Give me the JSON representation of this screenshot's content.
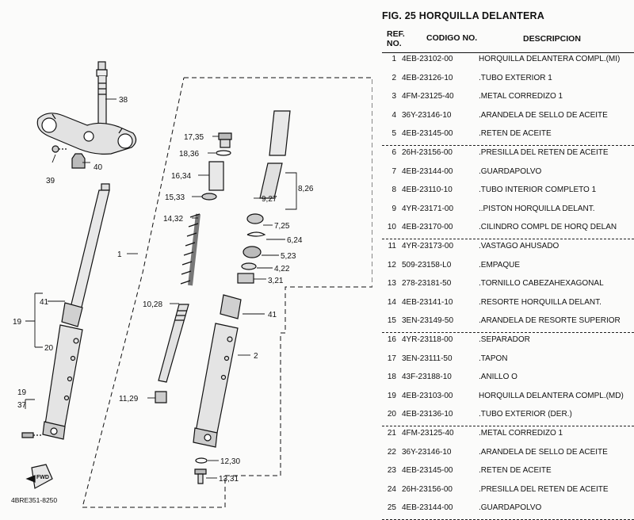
{
  "figure": {
    "title": "FIG.  25   HORQUILLA DELANTERA",
    "ref_code": "4BRE351-8250",
    "fwd": "FWD"
  },
  "headers": {
    "ref": "REF.",
    "no": "NO.",
    "code": "CODIGO NO.",
    "desc": "DESCRIPCION"
  },
  "parts": [
    {
      "ref": "1",
      "code": "4EB-23102-00",
      "desc": "HORQUILLA DELANTERA COMPL.(MI)"
    },
    {
      "ref": "2",
      "code": "4EB-23126-10",
      "desc": ".TUBO  EXTERIOR 1"
    },
    {
      "ref": "3",
      "code": "4FM-23125-40",
      "desc": ".METAL  CORREDIZO 1"
    },
    {
      "ref": "4",
      "code": "36Y-23146-10",
      "desc": ".ARANDELA  DE SELLO DE ACEITE"
    },
    {
      "ref": "5",
      "code": "4EB-23145-00",
      "desc": ".RETEN DE ACEITE"
    },
    {
      "ref": "6",
      "code": "26H-23156-00",
      "desc": ".PRESILLA DEL RETEN DE ACEITE"
    },
    {
      "ref": "7",
      "code": "4EB-23144-00",
      "desc": ".GUARDAPOLVO"
    },
    {
      "ref": "8",
      "code": "4EB-23110-10",
      "desc": ".TUBO INTERIOR COMPLETO 1"
    },
    {
      "ref": "9",
      "code": "4YR-23171-00",
      "desc": "..PISTON  HORQUILLA DELANT."
    },
    {
      "ref": "10",
      "code": "4EB-23170-00",
      "desc": ".CILINDRO COMPL  DE HORQ DELAN"
    },
    {
      "ref": "11",
      "code": "4YR-23173-00",
      "desc": ".VASTAGO  AHUSADO"
    },
    {
      "ref": "12",
      "code": "509-23158-L0",
      "desc": ".EMPAQUE"
    },
    {
      "ref": "13",
      "code": "278-23181-50",
      "desc": ".TORNILLO CABEZAHEXAGONAL"
    },
    {
      "ref": "14",
      "code": "4EB-23141-10",
      "desc": ".RESORTE  HORQUILLA DELANT."
    },
    {
      "ref": "15",
      "code": "3EN-23149-50",
      "desc": ".ARANDELA  DE RESORTE SUPERIOR"
    },
    {
      "ref": "16",
      "code": "4YR-23118-00",
      "desc": ".SEPARADOR"
    },
    {
      "ref": "17",
      "code": "3EN-23111-50",
      "desc": ".TAPON"
    },
    {
      "ref": "18",
      "code": "43F-23188-10",
      "desc": ".ANILLO O"
    },
    {
      "ref": "19",
      "code": "4EB-23103-00",
      "desc": "HORQUILLA DELANTERA COMPL.(MD)"
    },
    {
      "ref": "20",
      "code": "4EB-23136-10",
      "desc": ".TUBO  EXTERIOR (DER.)"
    },
    {
      "ref": "21",
      "code": "4FM-23125-40",
      "desc": ".METAL  CORREDIZO 1"
    },
    {
      "ref": "22",
      "code": "36Y-23146-10",
      "desc": ".ARANDELA  DE SELLO DE ACEITE"
    },
    {
      "ref": "23",
      "code": "4EB-23145-00",
      "desc": ".RETEN DE ACEITE"
    },
    {
      "ref": "24",
      "code": "26H-23156-00",
      "desc": ".PRESILLA DEL RETEN DE ACEITE"
    },
    {
      "ref": "25",
      "code": "4EB-23144-00",
      "desc": ".GUARDAPOLVO"
    }
  ],
  "callouts": {
    "c38": "38",
    "c40": "40",
    "c39": "39",
    "c1": "1",
    "c19": "19",
    "c20": "20",
    "c41a": "41",
    "c41b": "41",
    "c2": "2",
    "c19b": "19",
    "c37": "37",
    "c17_35": "17,35",
    "c18_36": "18,36",
    "c16_34": "16,34",
    "c15_33": "15,33",
    "c14_32": "14,32",
    "c10_28": "10,28",
    "c11_29": "11,29",
    "c12_30": "12,30",
    "c13_31": "13,31",
    "c8_26": "8,26",
    "c9_27": "9,27",
    "c7_25": "7,25",
    "c6_24": "6,24",
    "c5_23": "5,23",
    "c4_22": "4,22",
    "c3_21": "3,21"
  }
}
